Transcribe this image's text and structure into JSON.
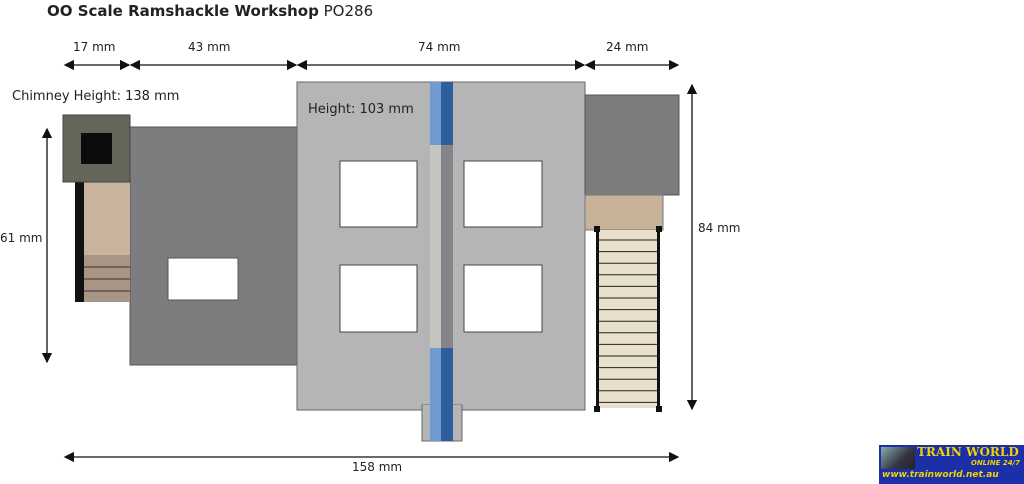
{
  "title": {
    "bold": "OO Scale Ramshackle Workshop",
    "code": "PO286"
  },
  "dimensions": {
    "chimney_width": "17 mm",
    "left_wing": "43 mm",
    "main_width": "74 mm",
    "annex_width": "24 mm",
    "left_height": "61 mm",
    "right_height": "84 mm",
    "total_width": "158 mm"
  },
  "labels": {
    "chimney_height": "Chimney Height: 138 mm",
    "main_height": "Height: 103 mm"
  },
  "logo": {
    "name": "TRAIN WORLD",
    "tagline": "ONLINE 24/7",
    "url": "www.trainworld.net.au"
  }
}
